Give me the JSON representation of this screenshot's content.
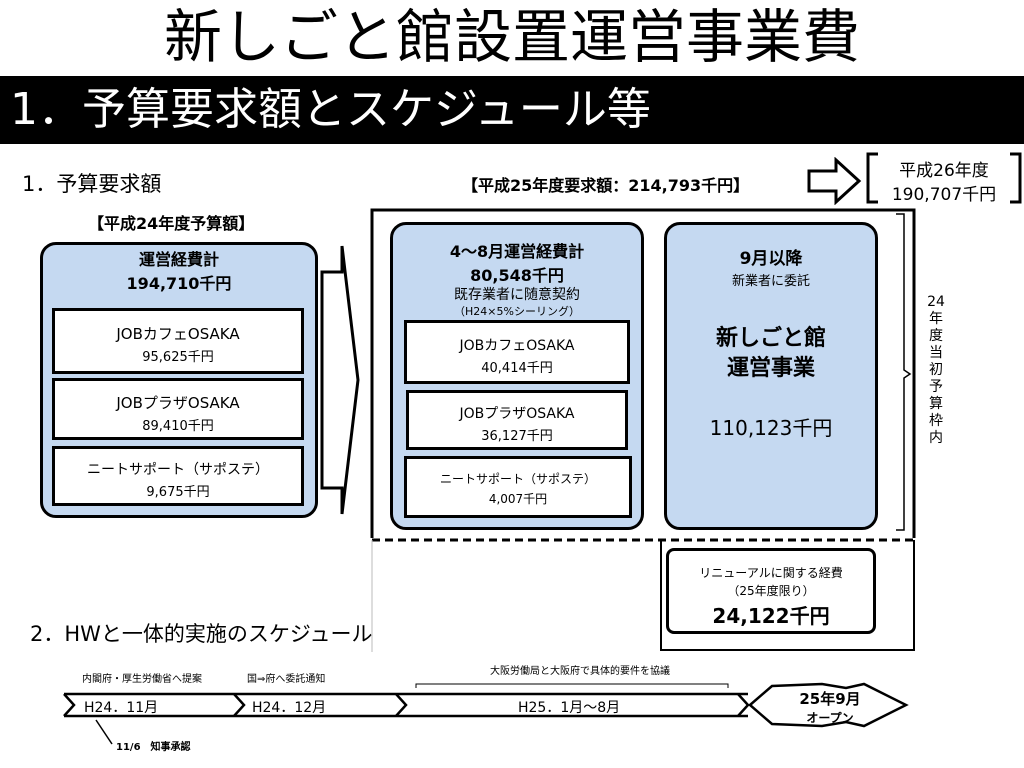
{
  "title": "新しごと館設置運営事業費",
  "banner": "1．予算要求額とスケジュール等",
  "section1": {
    "heading": "1．予算要求額",
    "request_label": "【平成25年度要求額：214,793千円】",
    "fy26": {
      "line1": "平成26年度",
      "line2": "190,707千円"
    }
  },
  "fy24": {
    "label": "【平成24年度予算額】",
    "total_label": "運営経費計",
    "total_value": "194,710千円",
    "items": [
      {
        "name": "JOBカフェOSAKA",
        "value": "95,625千円"
      },
      {
        "name": "JOBプラザOSAKA",
        "value": "89,410千円"
      },
      {
        "name": "ニートサポート（サポステ）",
        "value": "9,675千円"
      }
    ]
  },
  "fy25_apr_aug": {
    "title": "4～8月運営経費計",
    "value": "80,548千円",
    "contract": "既存業者に随意契約",
    "note": "（H24×5%シーリング）",
    "items": [
      {
        "name": "JOBカフェOSAKA",
        "value": "40,414千円"
      },
      {
        "name": "JOBプラザOSAKA",
        "value": "36,127千円"
      },
      {
        "name": "ニートサポート（サポステ）",
        "value": "4,007千円"
      }
    ]
  },
  "fy25_sep": {
    "title": "9月以降",
    "sub": "新業者に委託",
    "name_line1": "新しごと館",
    "name_line2": "運営事業",
    "value": "110,123千円"
  },
  "side_note": [
    "24",
    "年",
    "度",
    "当",
    "初",
    "予",
    "算",
    "枠",
    "内"
  ],
  "renewal": {
    "line1": "リニューアルに関する経費",
    "line2": "（25年度限り）",
    "value": "24,122千円"
  },
  "section2": {
    "heading": "2．HWと一体的実施のスケジュール",
    "labels": {
      "a": "内閣府・厚生労働省へ提案",
      "b": "国⇒府へ委託通知",
      "c": "大阪労働局と大阪府で具体的要件を協議"
    },
    "steps": [
      "H24．11月",
      "H24．12月",
      "H25．1月～8月"
    ],
    "open": {
      "line1": "25年9月",
      "line2": "オープン"
    },
    "approval": "11/6　知事承認"
  }
}
